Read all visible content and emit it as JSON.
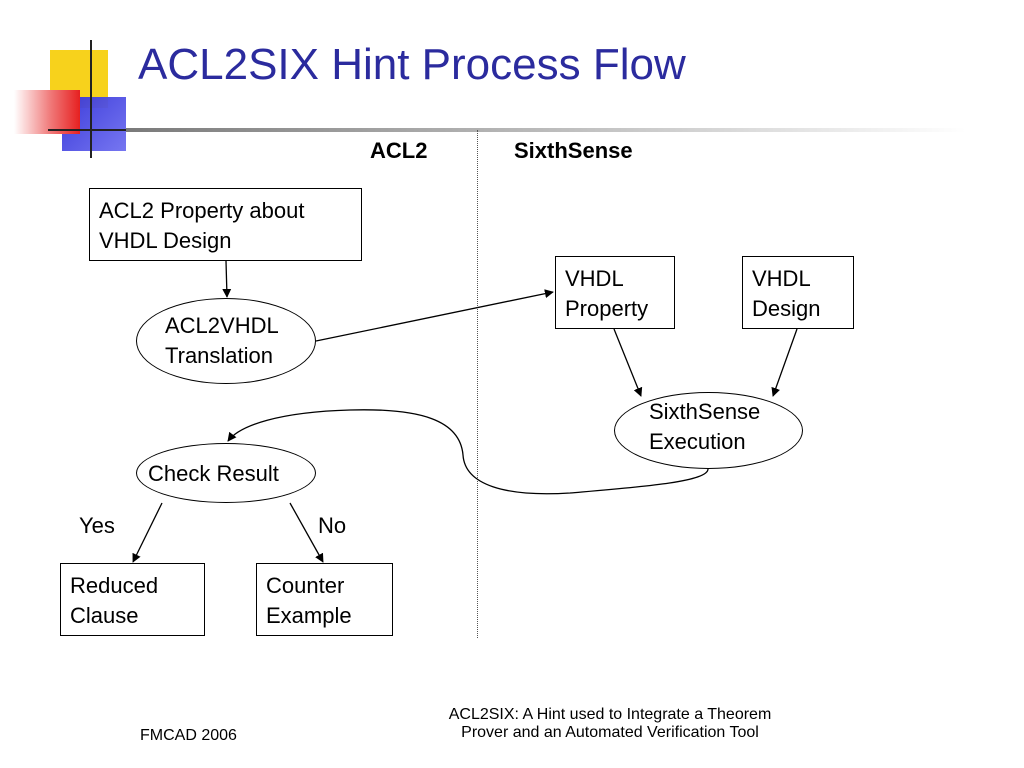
{
  "slide": {
    "title": "ACL2SIX Hint Process Flow"
  },
  "columns": {
    "left": "ACL2",
    "right": "SixthSense"
  },
  "nodes": {
    "acl2_property": [
      "ACL2 Property about",
      "VHDL Design"
    ],
    "acl2vhdl_translation": [
      "ACL2VHDL",
      "Translation"
    ],
    "vhdl_property": [
      "VHDL",
      "Property"
    ],
    "vhdl_design": [
      "VHDL",
      "Design"
    ],
    "sixthsense_execution": [
      "SixthSense",
      "Execution"
    ],
    "check_result": [
      "Check Result"
    ],
    "reduced_clause": [
      "Reduced",
      "Clause"
    ],
    "counter_example": [
      "Counter",
      "Example"
    ]
  },
  "edge_labels": {
    "yes": "Yes",
    "no": "No"
  },
  "footer": {
    "left": "FMCAD 2006",
    "right_line1": "ACL2SIX: A Hint used to Integrate a Theorem",
    "right_line2": "Prover and an Automated Verification Tool"
  }
}
